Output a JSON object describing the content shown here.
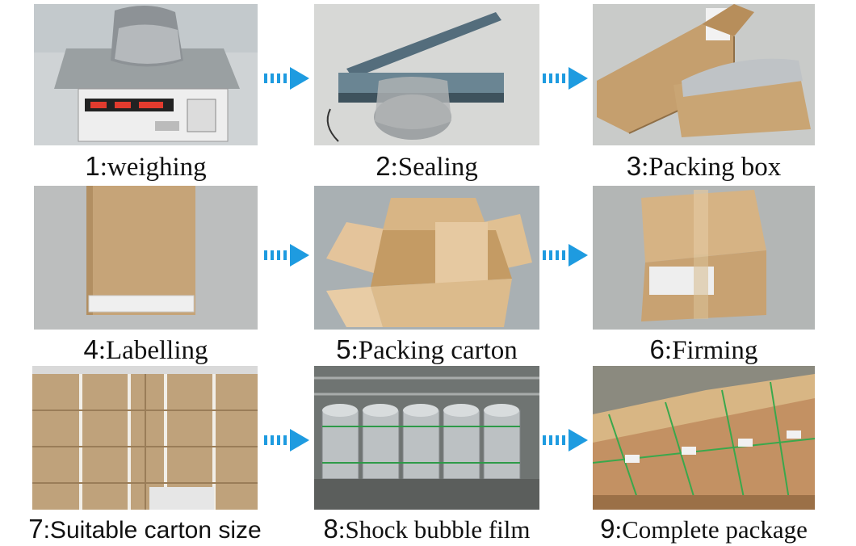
{
  "steps": [
    {
      "num": "1",
      "label": ":weighing"
    },
    {
      "num": "2",
      "label": ":Sealing"
    },
    {
      "num": "3",
      "label": ":Packing box"
    },
    {
      "num": "4",
      "label": ":Labelling"
    },
    {
      "num": "5",
      "label": ":Packing carton"
    },
    {
      "num": "6",
      "label": ":Firming"
    },
    {
      "num": "7",
      "label": ":Suitable carton size"
    },
    {
      "num": "8",
      "label": ":Shock bubble film"
    },
    {
      "num": "9",
      "label": ":Complete package"
    }
  ],
  "colors": {
    "arrow": "#1e9be0",
    "carton": "#c9a574",
    "background": "#ffffff"
  },
  "icons": {
    "arrow": "dashed-right-arrow-icon"
  }
}
